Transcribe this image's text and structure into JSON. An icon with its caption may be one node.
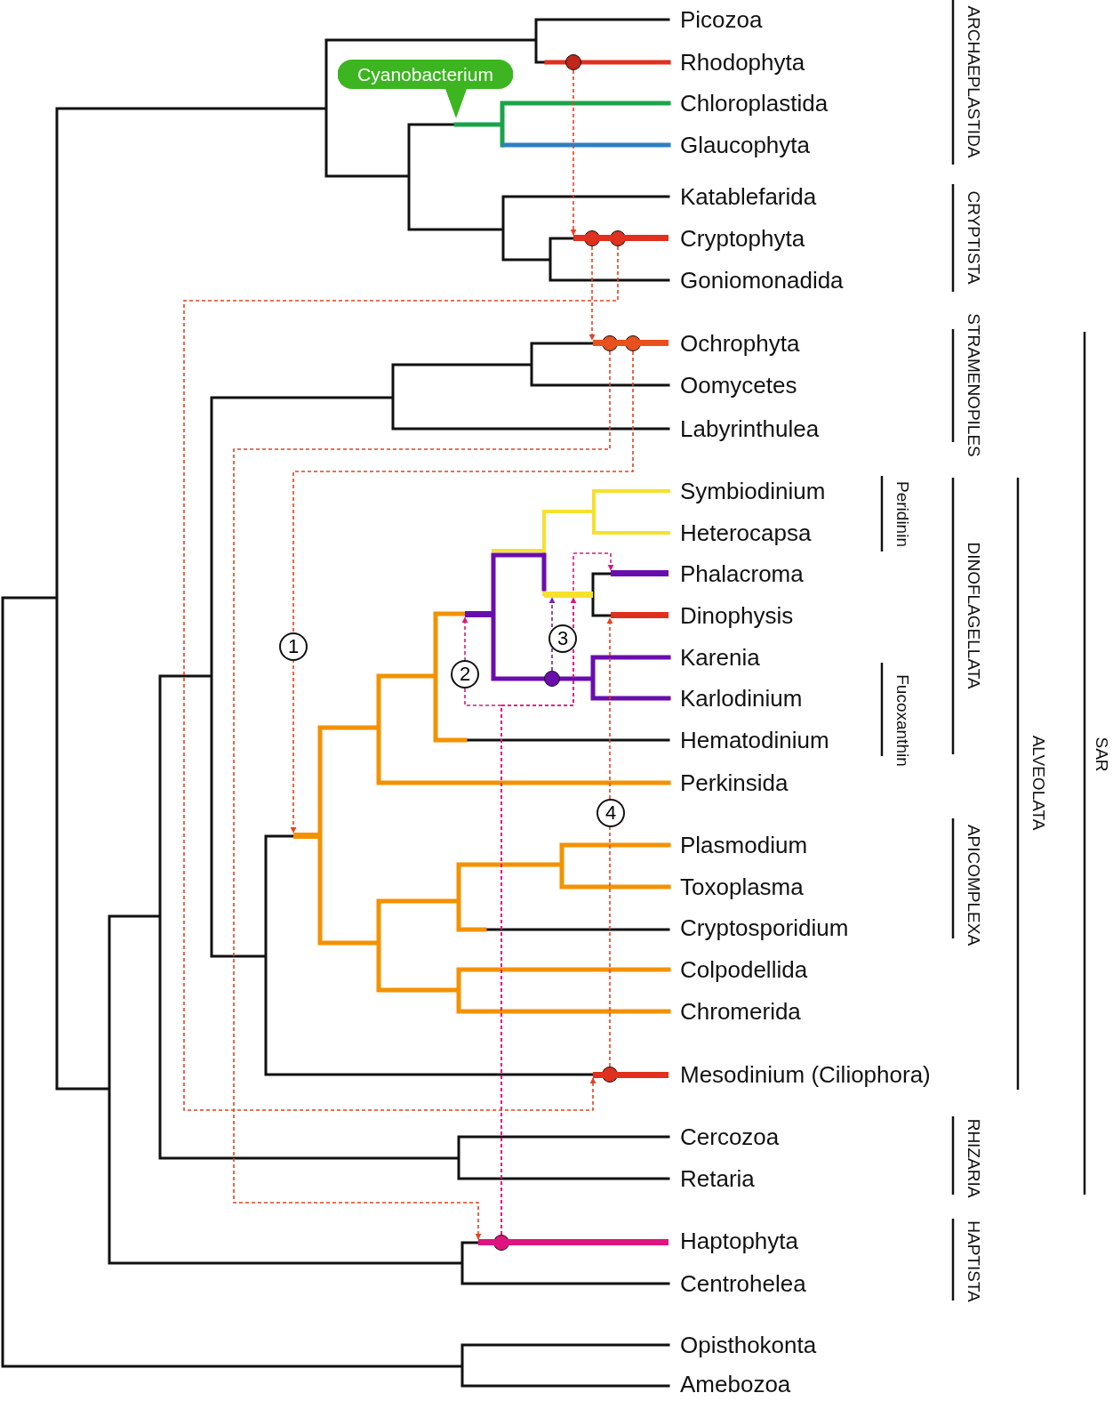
{
  "diagram": {
    "nodes": [
      {
        "text": [
          "Cyanobacterium"
        ]
      },
      {
        "text": [],
        "shape": "circle"
      },
      {
        "text": [],
        "shape": "circle"
      },
      {
        "text": [],
        "shape": "circle"
      },
      {
        "text": [],
        "shape": "circle"
      },
      {
        "text": [],
        "shape": "circle"
      },
      {
        "text": [],
        "shape": "circle"
      },
      {
        "text": [],
        "shape": "circle"
      },
      {
        "text": [],
        "shape": "circle"
      },
      {
        "text": [],
        "shape": "bar"
      },
      {
        "text": [],
        "shape": "bar"
      },
      {
        "text": [],
        "shape": "bar"
      },
      {
        "text": [],
        "shape": "bar"
      },
      {
        "text": [],
        "shape": "bar"
      },
      {
        "text": [],
        "shape": "bar"
      },
      {
        "text": [],
        "shape": "bar"
      },
      {
        "text": [],
        "shape": "bar"
      },
      {
        "text": [],
        "shape": "bar"
      }
    ],
    "edges": [
      {
        "from": 1,
        "to": 9,
        "arrow": "to",
        "style": "dashed"
      },
      {
        "from": 2,
        "to": 10,
        "arrow": "to",
        "style": "dashed"
      },
      {
        "from": 3,
        "to": 11,
        "arrow": "to",
        "style": "dashed"
      },
      {
        "from": 4,
        "to": 12,
        "arrow": "to",
        "style": "dashed"
      },
      {
        "from": 5,
        "to": 13,
        "arrow": "to",
        "style": "dashed"
      },
      {
        "from": 7,
        "to": 14,
        "arrow": "to",
        "style": "dashed",
        "color": "#e0147f"
      },
      {
        "from": 7,
        "to": 15,
        "arrow": "to",
        "style": "dashed",
        "color": "#e0147f"
      },
      {
        "from": 7,
        "to": 16,
        "arrow": "to",
        "style": "dashed",
        "color": "#e0147f"
      },
      {
        "from": 8,
        "to": 15,
        "arrow": "to",
        "style": "dashed",
        "color": "#7a1fa8"
      },
      {
        "from": 6,
        "to": 17,
        "arrow": "to",
        "style": "dashed"
      }
    ],
    "labels": [
      "Picozoa",
      "Rhodophyta",
      "Chloroplastida",
      "Glaucophyta",
      "Katablefarida",
      "Cryptophyta",
      "Goniomonadida",
      "Ochrophyta",
      "Oomycetes",
      "Labyrinthulea",
      "Symbiodinium",
      "Heterocapsa",
      "Phalacroma",
      "Dinophysis",
      "Karenia",
      "Karlodinium",
      "Hematodinium",
      "Perkinsida",
      "Plasmodium",
      "Toxoplasma",
      "Cryptosporidium",
      "Colpodellida",
      "Chromerida",
      "Mesodinium (Ciliophora)",
      "Cercozoa",
      "Retaria",
      "Haptophyta",
      "Centrohelea",
      "Opisthokonta",
      "Amebozoa",
      "ARCHAEPLASTIDA",
      "CRYPTISTA",
      "STRAMENOPILES",
      "Peridinin",
      "DINOFLAGELLATA",
      "Fucoxanthin",
      "ALVEOLATA",
      "SAR",
      "APICOMPLEXA",
      "RHIZARIA",
      "HAPTISTA",
      "1",
      "2",
      "3",
      "4"
    ]
  }
}
